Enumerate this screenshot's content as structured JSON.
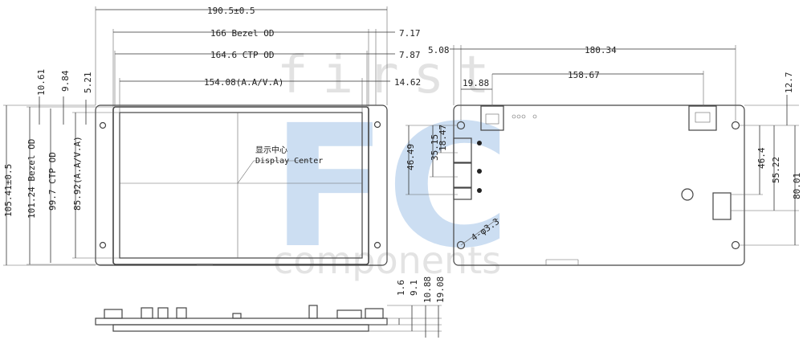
{
  "front_view": {
    "width_labels": [
      "190.5±0.5",
      "166 Bezel OD",
      "164.6 CTP OD",
      "154.08(A.A/V.A)"
    ],
    "right_labels": [
      "7.17",
      "7.87",
      "14.62"
    ],
    "height_labels": [
      "105.41±0.5",
      "101.24 Bezel OD",
      "99.7 CTP OD",
      "85.92(A.A/V.A)"
    ],
    "top_left_labels": [
      "10.61",
      "9.84",
      "5.21"
    ],
    "center_label_cn": "显示中心",
    "center_label_en": "Display Center"
  },
  "back_view": {
    "top_labels": [
      "5.08",
      "180.34",
      "19.88",
      "158.67"
    ],
    "right_labels": [
      "12.7",
      "46.4",
      "55.22",
      "80.01"
    ],
    "left_labels": [
      "46.49",
      "35.15",
      "18.47"
    ],
    "hole_label": "4-φ3.3"
  },
  "side_view": {
    "thickness_labels": [
      "1.6",
      "9.1",
      "10.88",
      "19.08"
    ]
  },
  "watermark": {
    "line1": "first",
    "line2": "FC",
    "line3": "components"
  },
  "colors": {
    "watermark_blue": "#bcd4ee",
    "watermark_gray": "#e6e6e6",
    "line": "#333333"
  }
}
